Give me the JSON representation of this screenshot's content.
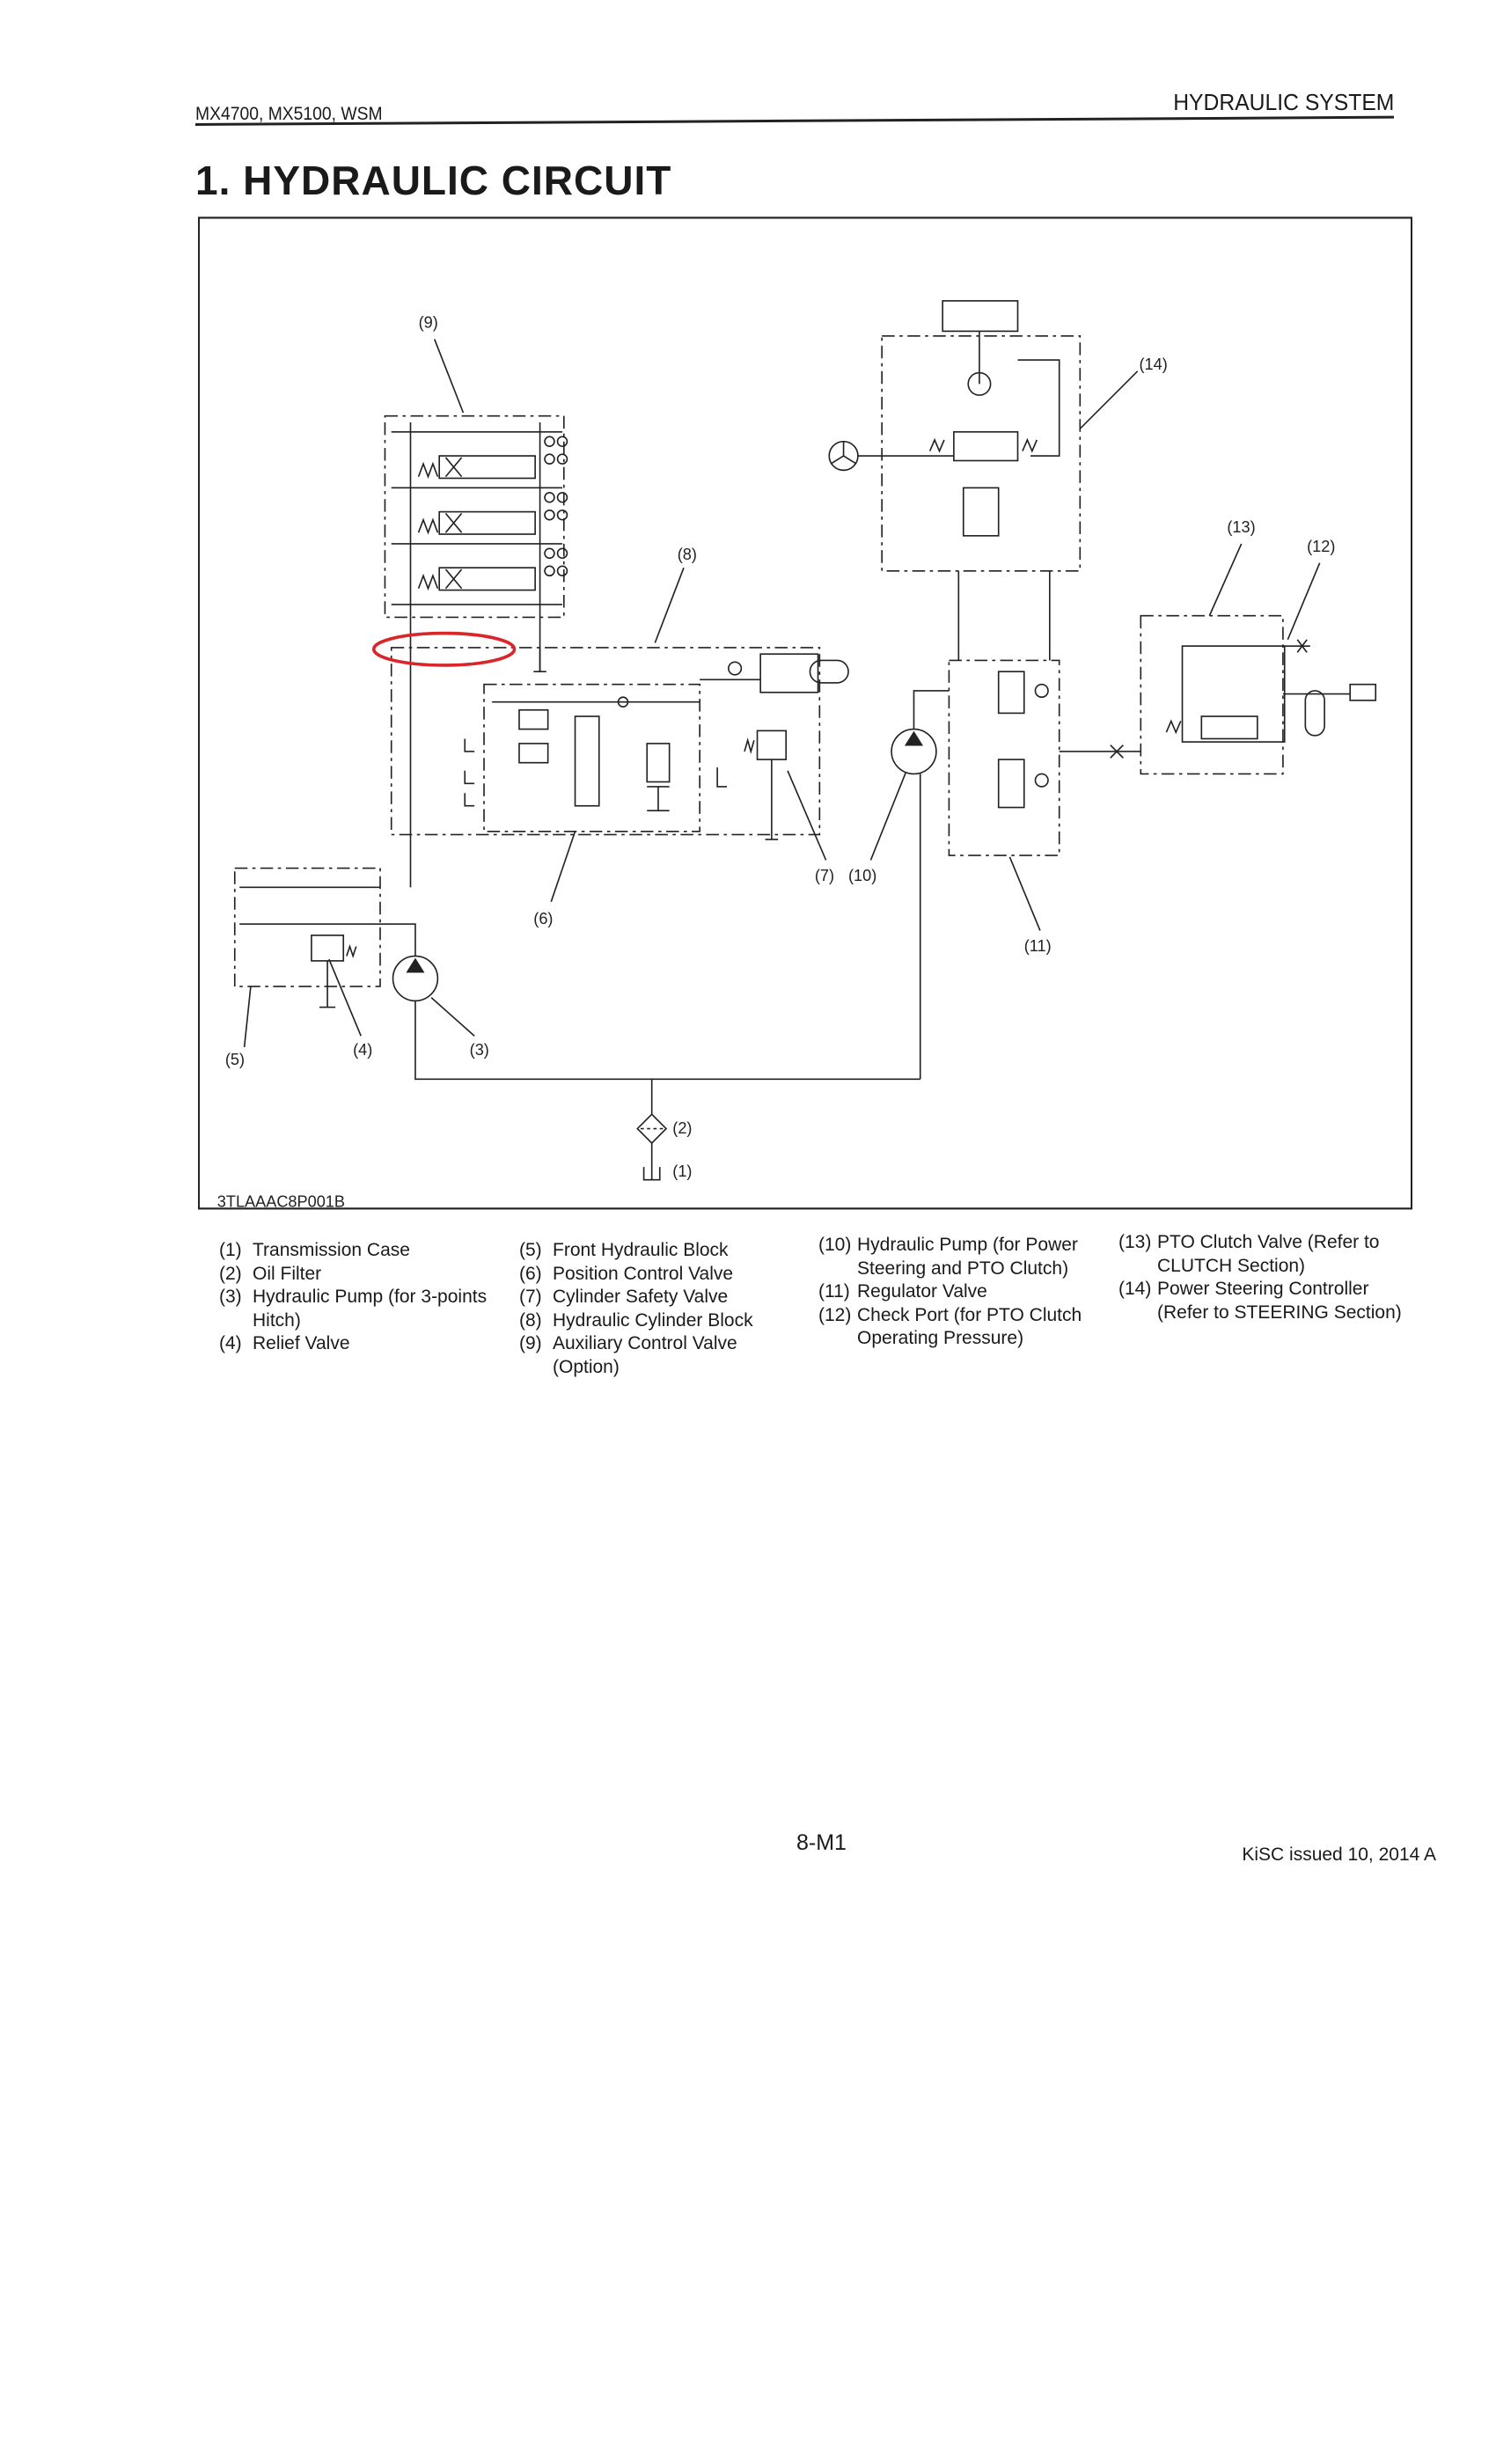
{
  "header": {
    "left": "MX4700, MX5100, WSM",
    "right": "HYDRAULIC SYSTEM"
  },
  "title": "1. HYDRAULIC CIRCUIT",
  "figure": {
    "code": "3TLAAAC8P001B",
    "callouts": [
      "(1)",
      "(2)",
      "(3)",
      "(4)",
      "(5)",
      "(6)",
      "(7)",
      "(8)",
      "(9)",
      "(10)",
      "(11)",
      "(12)",
      "(13)",
      "(14)"
    ],
    "highlight_color": "#d8262b"
  },
  "legend": [
    [
      {
        "num": "(1)",
        "text": "Transmission Case"
      },
      {
        "num": "(2)",
        "text": "Oil Filter"
      },
      {
        "num": "(3)",
        "text": "Hydraulic Pump (for 3-points\nHitch)"
      },
      {
        "num": "(4)",
        "text": "Relief Valve"
      }
    ],
    [
      {
        "num": "(5)",
        "text": "Front Hydraulic Block"
      },
      {
        "num": "(6)",
        "text": "Position Control Valve"
      },
      {
        "num": "(7)",
        "text": "Cylinder Safety Valve"
      },
      {
        "num": "(8)",
        "text": "Hydraulic Cylinder Block"
      },
      {
        "num": "(9)",
        "text": "Auxiliary Control Valve\n(Option)"
      }
    ],
    [
      {
        "num": "(10)",
        "text": "Hydraulic Pump (for Power\nSteering and PTO Clutch)"
      },
      {
        "num": "(11)",
        "text": "Regulator Valve"
      },
      {
        "num": "(12)",
        "text": "Check Port (for PTO Clutch\nOperating Pressure)"
      }
    ],
    [
      {
        "num": "(13)",
        "text": "PTO Clutch Valve (Refer to\nCLUTCH Section)"
      },
      {
        "num": "(14)",
        "text": "Power Steering Controller\n(Refer to STEERING Section)"
      }
    ]
  ],
  "footer": {
    "page": "8-M1",
    "issued": "KiSC issued 10, 2014 A"
  }
}
